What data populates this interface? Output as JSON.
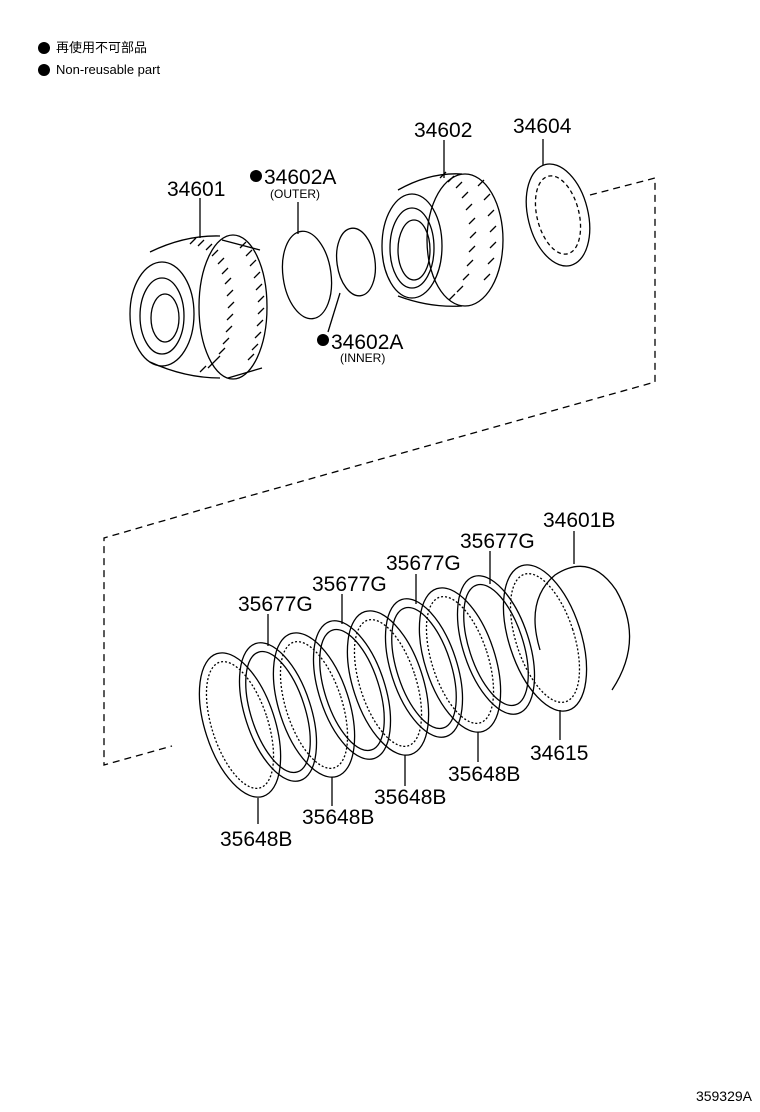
{
  "legend": {
    "jp": "再使用不可部品",
    "en": "Non-reusable part"
  },
  "parts": {
    "p34601": "34601",
    "p34602": "34602",
    "p34604": "34604",
    "p34602a_outer": "34602A",
    "p34602a_outer_sub": "(OUTER)",
    "p34602a_inner": "34602A",
    "p34602a_inner_sub": "(INNER)",
    "p34601b": "34601B",
    "p34615": "34615",
    "g1": "35677G",
    "g2": "35677G",
    "g3": "35677G",
    "g4": "35677G",
    "b1": "35648B",
    "b2": "35648B",
    "b3": "35648B",
    "b4": "35648B"
  },
  "diagram_code": "359329A",
  "colors": {
    "line": "#000000",
    "background": "#ffffff"
  }
}
